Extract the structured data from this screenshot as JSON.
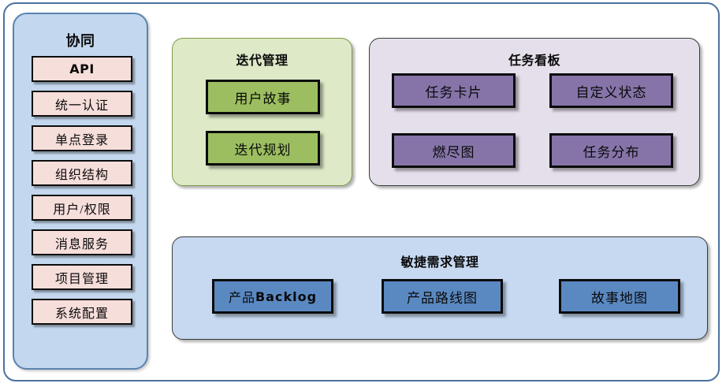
{
  "diagram": {
    "title_hidden": "",
    "colors": {
      "outer_frame_border": "#4a72a0",
      "sidebar_bg": "#c3d7ee",
      "sidebar_chip_bg": "#f6dedb",
      "iteration_panel_bg": "#dde9c7",
      "iteration_box_bg": "#9cbe60",
      "taskboard_panel_bg": "#e5dfeb",
      "taskboard_box_bg": "#8674a9",
      "agile_panel_bg": "#c6d9f1",
      "agile_box_bg": "#5a89c2"
    }
  },
  "sidebar": {
    "title": "协同",
    "items": [
      {
        "label": "API",
        "style": "latin"
      },
      {
        "label": "统一认证",
        "style": "cjk"
      },
      {
        "label": "单点登录",
        "style": "cjk"
      },
      {
        "label": "组织结构",
        "style": "cjk"
      },
      {
        "label": "用户/权限",
        "style": "cjk"
      },
      {
        "label": "消息服务",
        "style": "cjk"
      },
      {
        "label": "项目管理",
        "style": "cjk"
      },
      {
        "label": "系统配置",
        "style": "cjk"
      }
    ]
  },
  "iteration": {
    "title": "迭代管理",
    "items": [
      {
        "label": "用户故事"
      },
      {
        "label": "迭代规划"
      }
    ]
  },
  "taskboard": {
    "title": "任务看板",
    "items": [
      {
        "label": "任务卡片"
      },
      {
        "label": "自定义状态"
      },
      {
        "label": "燃尽图"
      },
      {
        "label": "任务分布"
      }
    ]
  },
  "agile": {
    "title": "敏捷需求管理",
    "items": [
      {
        "label": "产品Backlog",
        "cjk_part": "产品",
        "latin_part": "Backlog"
      },
      {
        "label": "产品路线图"
      },
      {
        "label": "故事地图"
      }
    ]
  }
}
